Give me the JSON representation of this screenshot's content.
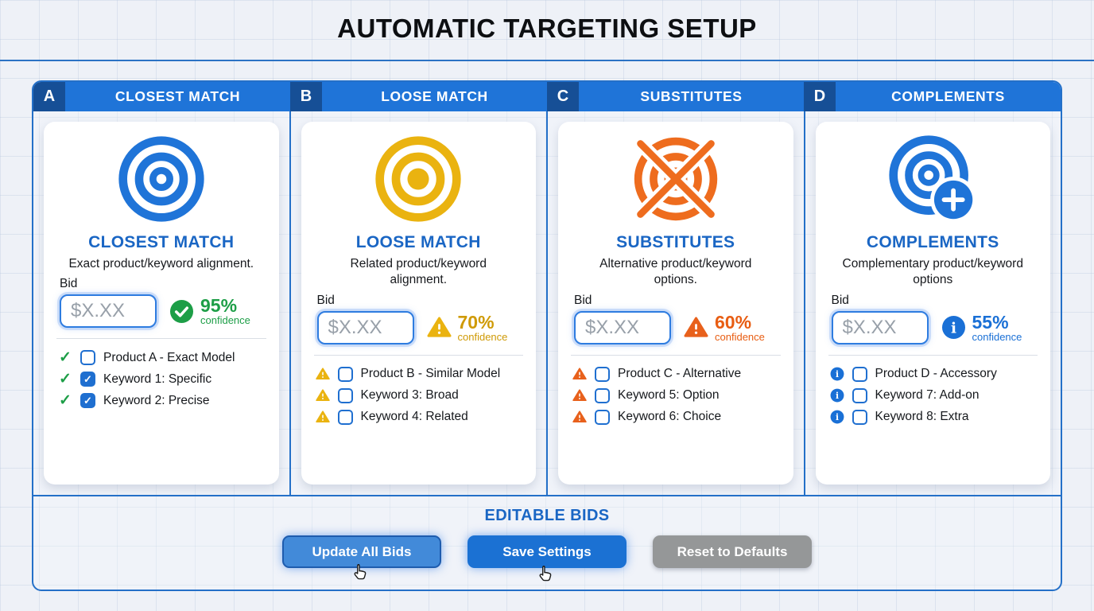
{
  "page": {
    "title": "AUTOMATIC TARGETING SETUP"
  },
  "colors": {
    "header_bar": "#1f74d8",
    "badge": "#164f96",
    "panel_border": "#2470c8",
    "card_title": "#1a66c4",
    "green": "#1d9e47",
    "gold": "#cf9a06",
    "gold_icon": "#eab310",
    "orange": "#e85d12",
    "orange_icon": "#ee6c1e",
    "info_blue": "#1a70d6",
    "btn_update": "#428ad9",
    "btn_save": "#1b71d3",
    "btn_reset": "#959798"
  },
  "columns": [
    {
      "badge": "A",
      "header": "CLOSEST MATCH",
      "card": {
        "icon": "target-bullseye-icon",
        "title": "CLOSEST MATCH",
        "description": "Exact product/keyword alignment.",
        "bid_label": "Bid",
        "bid_placeholder": "$X.XX",
        "confidence": {
          "icon": "check-circle-icon",
          "value": "95%",
          "label": "confidence"
        },
        "items": [
          {
            "lead_icon": "check-icon",
            "checked": false,
            "label": "Product A - Exact Model"
          },
          {
            "lead_icon": "check-icon",
            "checked": true,
            "label": "Keyword 1: Specific"
          },
          {
            "lead_icon": "check-icon",
            "checked": true,
            "label": "Keyword 2: Precise"
          }
        ]
      }
    },
    {
      "badge": "B",
      "header": "LOOSE MATCH",
      "card": {
        "icon": "target-filled-center-icon",
        "title": "LOOSE MATCH",
        "description": "Related product/keyword alignment.",
        "bid_label": "Bid",
        "bid_placeholder": "$X.XX",
        "confidence": {
          "icon": "warning-triangle-icon",
          "value": "70%",
          "label": "confidence"
        },
        "items": [
          {
            "lead_icon": "warning-triangle-icon",
            "checked": false,
            "label": "Product B - Similar Model"
          },
          {
            "lead_icon": "warning-triangle-icon",
            "checked": false,
            "label": "Keyword 3: Broad"
          },
          {
            "lead_icon": "warning-triangle-icon",
            "checked": false,
            "label": "Keyword 4: Related"
          }
        ]
      }
    },
    {
      "badge": "C",
      "header": "SUBSTITUTES",
      "card": {
        "icon": "target-crossed-out-icon",
        "title": "SUBSTITUTES",
        "description": "Alternative product/keyword options.",
        "bid_label": "Bid",
        "bid_placeholder": "$X.XX",
        "confidence": {
          "icon": "warning-triangle-icon",
          "value": "60%",
          "label": "confidence"
        },
        "items": [
          {
            "lead_icon": "warning-triangle-icon",
            "checked": false,
            "label": "Product C - Alternative"
          },
          {
            "lead_icon": "warning-triangle-icon",
            "checked": false,
            "label": "Keyword 5: Option"
          },
          {
            "lead_icon": "warning-triangle-icon",
            "checked": false,
            "label": "Keyword 6: Choice"
          }
        ]
      }
    },
    {
      "badge": "D",
      "header": "COMPLEMENTS",
      "card": {
        "icon": "target-plus-icon",
        "title": "COMPLEMENTS",
        "description": "Complementary product/keyword options",
        "bid_label": "Bid",
        "bid_placeholder": "$X.XX",
        "confidence": {
          "icon": "info-circle-icon",
          "value": "55%",
          "label": "confidence"
        },
        "items": [
          {
            "lead_icon": "info-circle-icon",
            "checked": false,
            "label": "Product D - Accessory"
          },
          {
            "lead_icon": "info-circle-icon",
            "checked": false,
            "label": "Keyword 7: Add-on"
          },
          {
            "lead_icon": "info-circle-icon",
            "checked": false,
            "label": "Keyword 8: Extra"
          }
        ]
      }
    }
  ],
  "footer": {
    "heading": "EDITABLE BIDS",
    "buttons": [
      {
        "label": "Update All Bids"
      },
      {
        "label": "Save Settings"
      },
      {
        "label": "Reset to Defaults"
      }
    ]
  }
}
